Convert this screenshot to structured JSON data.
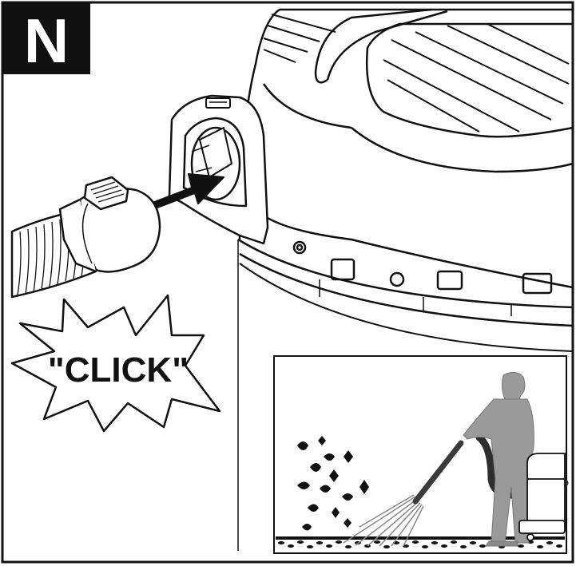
{
  "step": {
    "label": "N"
  },
  "callout": {
    "text": "\"CLICK\""
  },
  "colors": {
    "line": "#111111",
    "background": "#ffffff",
    "badge": "#111111",
    "figure": "#9a9a9a",
    "hose_dark": "#3a3a3a"
  },
  "icons": {
    "main": "vacuum-hose-connection-illustration",
    "inset": "person-vacuuming-leaves-illustration"
  }
}
